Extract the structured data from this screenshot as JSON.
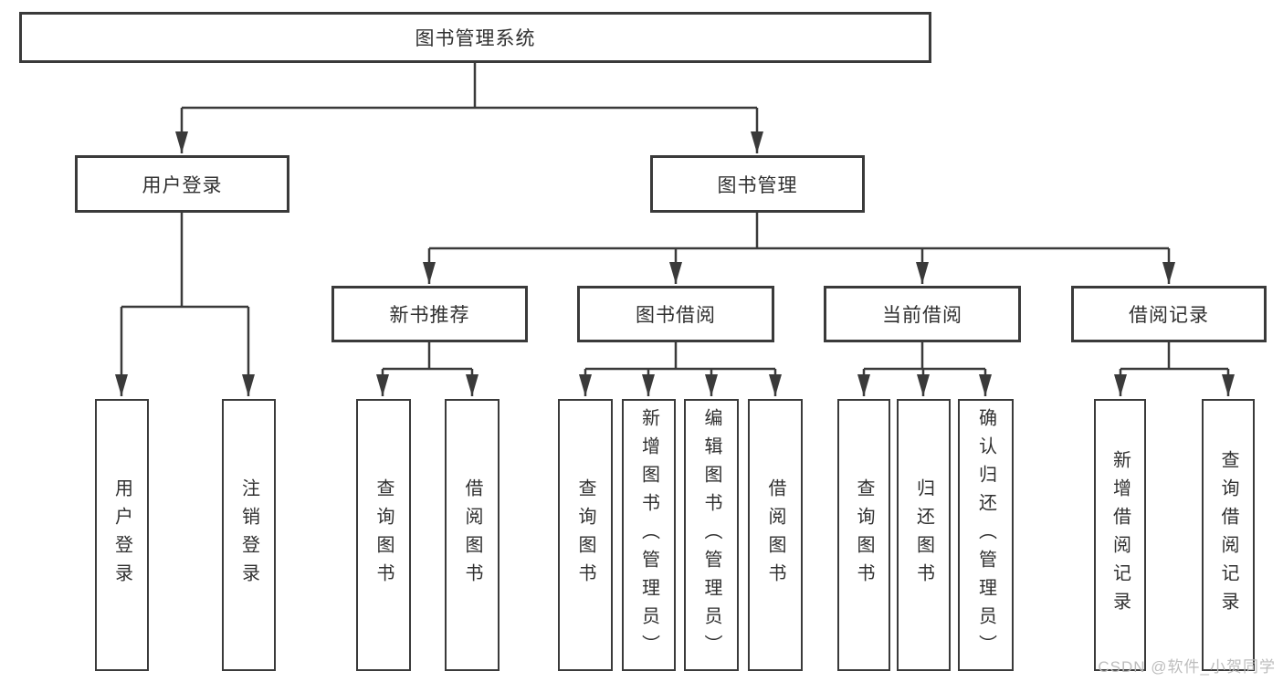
{
  "diagram": {
    "nodes": {
      "root": "图书管理系统",
      "user_login": "用户登录",
      "book_mgmt": "图书管理",
      "new_book_rec": "新书推荐",
      "book_borrow": "图书借阅",
      "current_borrow": "当前借阅",
      "borrow_records": "借阅记录",
      "leaf_user_login": "用户登录",
      "leaf_logout": "注销登录",
      "leaf_query_book_rec": "查询图书",
      "leaf_borrow_book_rec": "借阅图书",
      "leaf_query_book_borrow": "查询图书",
      "leaf_add_book_admin": "新增图书（管理员）",
      "leaf_edit_book_admin": "编辑图书（管理员）",
      "leaf_borrow_book_borrow": "借阅图书",
      "leaf_query_book_current": "查询图书",
      "leaf_return_book": "归还图书",
      "leaf_confirm_return_admin": "确认归还（管理员）",
      "leaf_add_borrow_record": "新增借阅记录",
      "leaf_query_borrow_record": "查询借阅记录"
    },
    "colors": {
      "line": "#3a3a3a",
      "text": "#303030",
      "background": "#ffffff",
      "watermark": "#b9b9b9"
    }
  },
  "watermark": {
    "text": "CSDN @软件_小贺同学"
  }
}
